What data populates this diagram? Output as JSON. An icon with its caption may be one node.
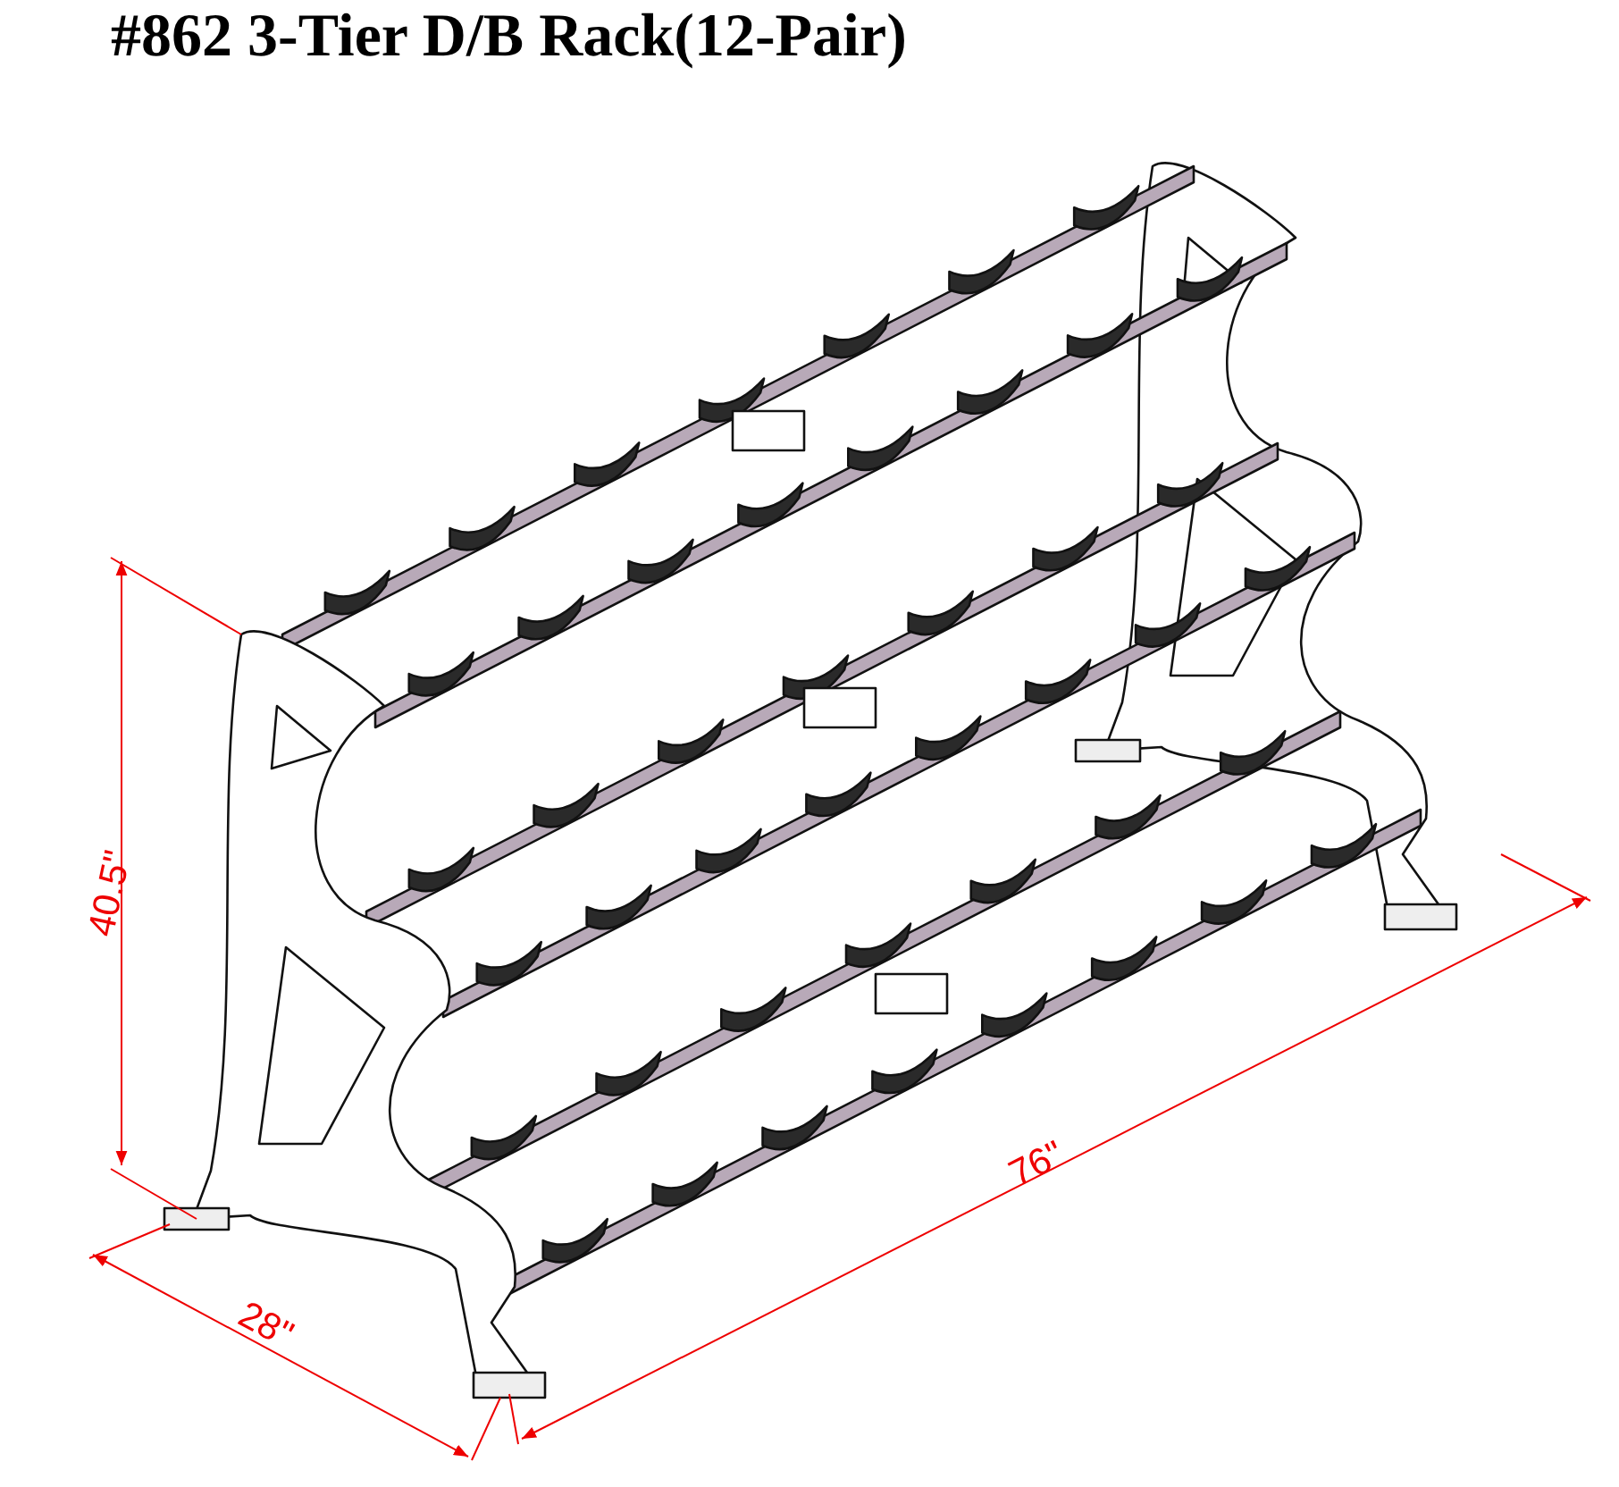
{
  "diagram": {
    "title": "#862 3-Tier D/B Rack(12-Pair)",
    "labels": [
      "40.5\"",
      "76\"",
      "28\""
    ]
  }
}
